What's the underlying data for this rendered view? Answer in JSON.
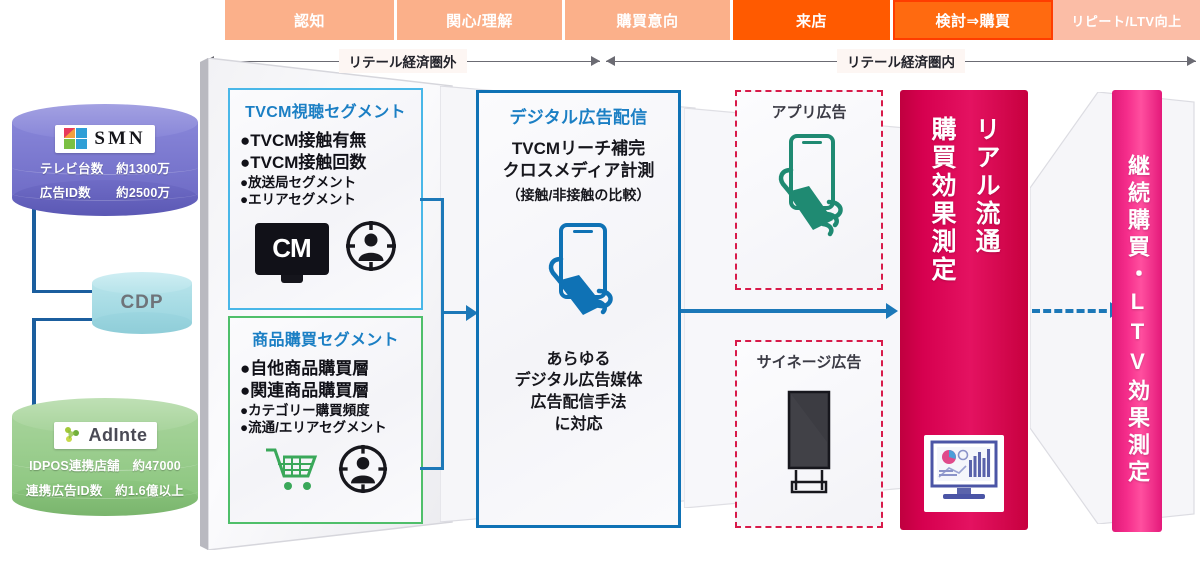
{
  "stages": [
    {
      "label": "認知",
      "color": "#fbb08a",
      "width": 172,
      "highlight": false
    },
    {
      "label": "関心/理解",
      "color": "#fbb08a",
      "width": 168,
      "highlight": false
    },
    {
      "label": "購買意向",
      "color": "#fbb08a",
      "width": 168,
      "highlight": false
    },
    {
      "label": "来店",
      "color": "#ff5a00",
      "width": 160,
      "highlight": false
    },
    {
      "label": "検討⇒購買",
      "color": "#ff6a10",
      "width": 160,
      "highlight": true
    },
    {
      "label": "リピート/LTV向上",
      "color": "#fbbda6",
      "width": 147,
      "highlight": false
    }
  ],
  "rulers": {
    "outside": "リテール経済圏外",
    "inside": "リテール経済圏内"
  },
  "data_sources": {
    "smn": {
      "brand": "SMN",
      "logo_icon": "smn-logo-icon",
      "lines": [
        "テレビ台数　約1300万",
        "広告ID数　　約2500万"
      ],
      "color": "#7a78cf"
    },
    "cdp": {
      "label": "CDP",
      "color": "#a7dee8"
    },
    "adinte": {
      "brand": "AdInte",
      "logo_icon": "adinte-logo-icon",
      "lines": [
        "IDPOS連携店舗　約47000",
        "連携広告ID数　約1.6億以上"
      ],
      "color": "#8cc67f"
    }
  },
  "cards": {
    "tvcm": {
      "title": "TVCM視聴セグメント",
      "border_color": "#49b7e8",
      "bullets_large": [
        "●TVCM接触有無",
        "●TVCM接触回数"
      ],
      "bullets_small": [
        "●放送局セグメント",
        "●エリアセグメント"
      ],
      "icons": [
        "tv-cm-icon",
        "audience-target-icon"
      ]
    },
    "purchase": {
      "title": "商品購買セグメント",
      "border_color": "#4fbf6a",
      "bullets_large": [
        "●自他商品購買層",
        "●関連商品購買層"
      ],
      "bullets_small": [
        "●カテゴリー購買頻度",
        "●流通/エリアセグメント"
      ],
      "icons": [
        "shopping-cart-icon",
        "audience-target-icon"
      ]
    },
    "digital": {
      "title": "デジタル広告配信",
      "border_color": "#0f72b5",
      "sub_lines": [
        "TVCMリーチ補完",
        "クロスメディア計測"
      ],
      "note": "（接触/非接触の比較）",
      "icon": "hand-smartphone-icon",
      "footer_lines": [
        "あらゆる",
        "デジタル広告媒体",
        "広告配信手法",
        "に対応"
      ]
    },
    "app_ad": {
      "title": "アプリ広告",
      "icon": "hand-smartphone-icon",
      "border_color": "#d81b4a"
    },
    "signage_ad": {
      "title": "サイネージ広告",
      "icon": "digital-signage-icon",
      "border_color": "#d81b4a"
    }
  },
  "columns": {
    "real_retail": {
      "line1": "リアル流通",
      "line2": "購買効果測定",
      "icon": "dashboard-monitor-icon",
      "color": "#d6004f"
    },
    "ltv": {
      "text": "継続購買・LTV効果測定",
      "color": "#f52d8b"
    }
  }
}
